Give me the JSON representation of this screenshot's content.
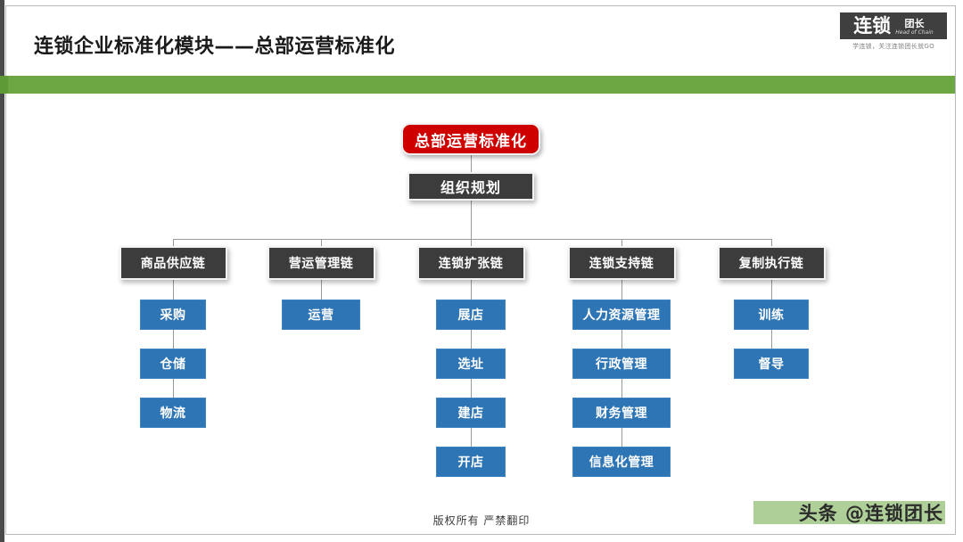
{
  "header": {
    "title": "连锁企业标准化模块——总部运营标准化",
    "accent_green": "#6ca743",
    "logo": {
      "main": "连锁",
      "sub": "团长",
      "english": "Head of Chain",
      "tagline": "学连锁，关注连锁团长就GO"
    }
  },
  "footer": {
    "copyright": "版权所有  严禁翻印",
    "watermark": "头条 @连锁团长"
  },
  "colors": {
    "root_red": "#cf0000",
    "node_gray": "#3c3c3c",
    "leaf_blue": "#2e75b6",
    "bar_green": "#6ca743",
    "connector": "#9a9a9a"
  },
  "chart_data": {
    "type": "diagram",
    "title": "总部运营标准化",
    "root": {
      "label": "总部运营标准化",
      "style": "red-rounded"
    },
    "subroot": {
      "label": "组织规划",
      "style": "dark-rect"
    },
    "columns": [
      {
        "chain": "商品供应链",
        "items": [
          "采购",
          "仓储",
          "物流"
        ]
      },
      {
        "chain": "营运管理链",
        "items": [
          "运营"
        ]
      },
      {
        "chain": "连锁扩张链",
        "items": [
          "展店",
          "选址",
          "建店",
          "开店"
        ]
      },
      {
        "chain": "连锁支持链",
        "items": [
          "人力资源管理",
          "行政管理",
          "财务管理",
          "信息化管理"
        ]
      },
      {
        "chain": "复制执行链",
        "items": [
          "训练",
          "督导"
        ]
      }
    ]
  }
}
